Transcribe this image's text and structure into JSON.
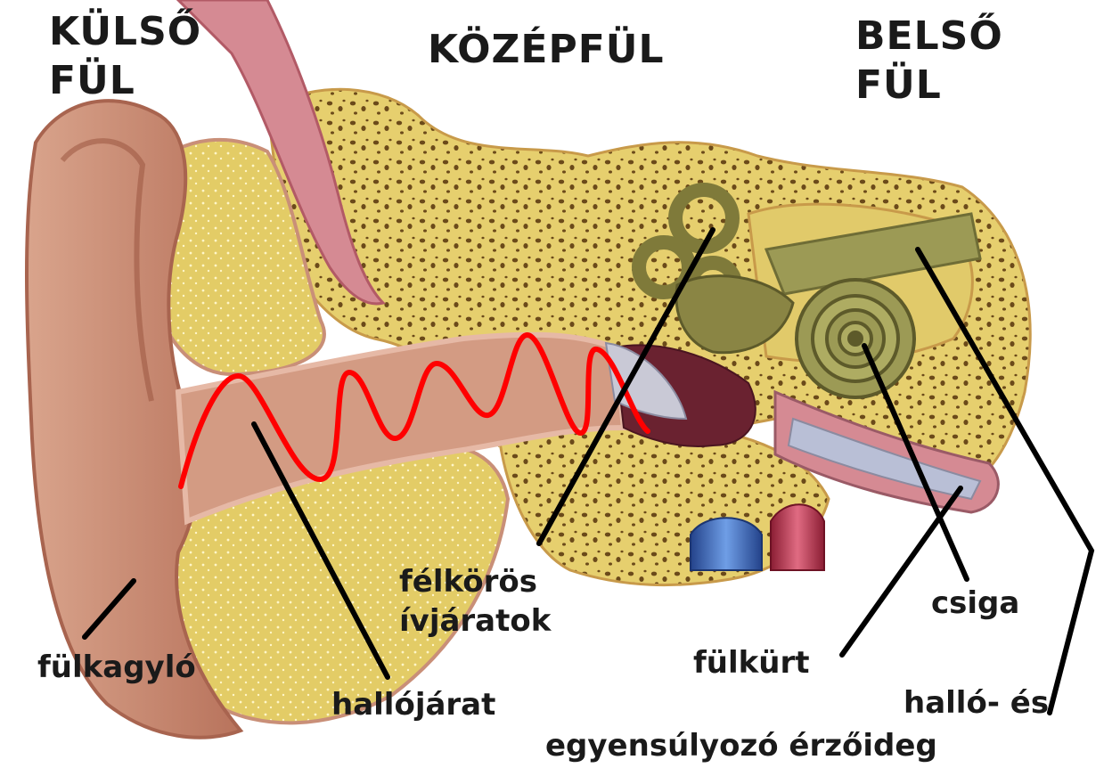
{
  "sections": {
    "outer": [
      "KÜLSŐ",
      "FÜL"
    ],
    "middle": "KÖZÉPFÜL",
    "inner": [
      "BELSŐ",
      "FÜL"
    ]
  },
  "labels": {
    "semicircular": [
      "félkörös",
      "ívjáratok"
    ],
    "cochlea": "csiga",
    "eustachian": "fülkürt",
    "pinna": "fülkagyló",
    "canal": "hallójárat",
    "nerve": [
      "halló- és",
      "egyensúlyozó érzőideg"
    ]
  },
  "colors": {
    "skin": "#c98f78",
    "skin_dark": "#a8644f",
    "bone": "#e6cf6e",
    "bone_pore": "#6b4a1a",
    "labyrinth": "#7f7a3a",
    "wave": "#ff0000",
    "vein": "#3c6fc2",
    "artery": "#b8324a",
    "pointer": "#000000"
  }
}
